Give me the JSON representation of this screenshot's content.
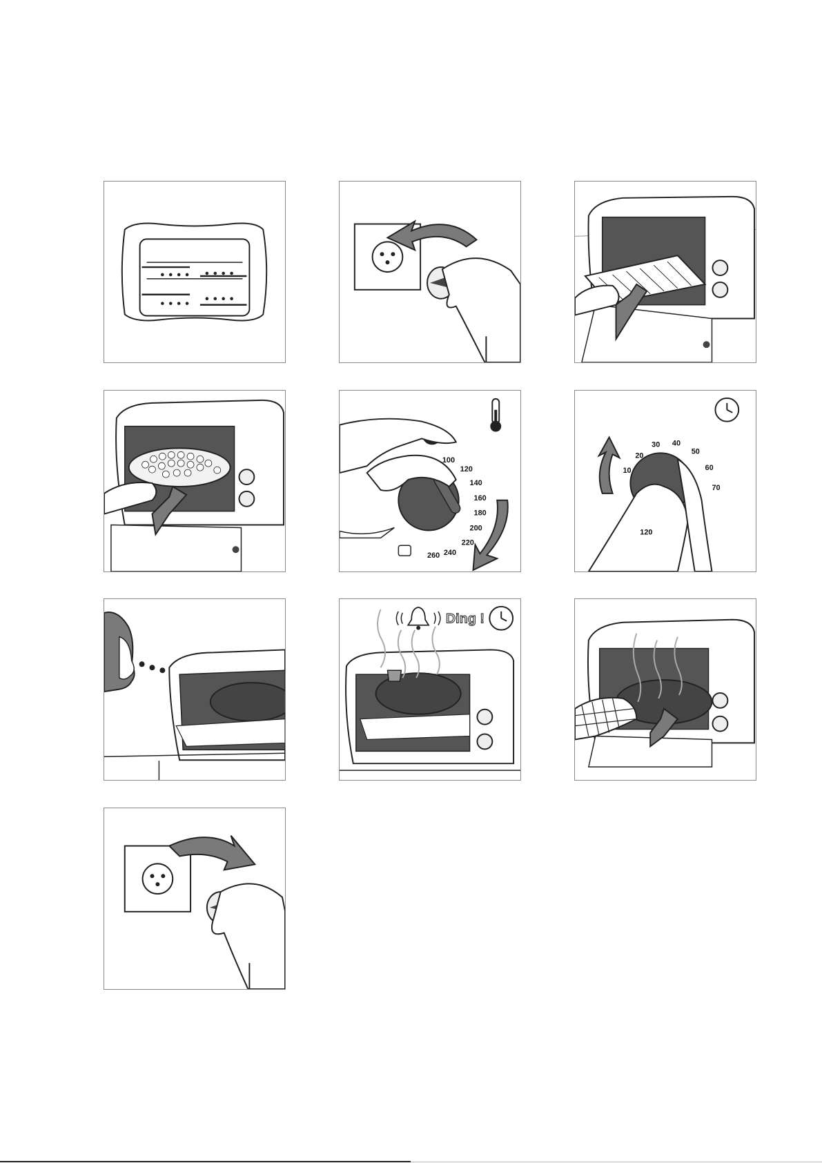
{
  "panels": [
    {
      "id": 1,
      "icon": "oven-rack-positions-icon"
    },
    {
      "id": 2,
      "icon": "plug-into-socket-icon"
    },
    {
      "id": 3,
      "icon": "insert-rack-icon"
    },
    {
      "id": 4,
      "icon": "insert-tart-icon"
    },
    {
      "id": 5,
      "icon": "temperature-dial-icon",
      "dial_labels": [
        "100",
        "120",
        "140",
        "160",
        "180",
        "200",
        "220",
        "240",
        "260"
      ]
    },
    {
      "id": 6,
      "icon": "timer-dial-icon",
      "dial_labels": [
        "10",
        "20",
        "30",
        "40",
        "50",
        "60",
        "70",
        "120"
      ]
    },
    {
      "id": 7,
      "icon": "watch-through-door-icon"
    },
    {
      "id": 8,
      "icon": "ding-timer-done-icon",
      "ding_text": "Ding !"
    },
    {
      "id": 9,
      "icon": "remove-with-mitt-icon"
    },
    {
      "id": 10,
      "icon": "unplug-from-socket-icon"
    }
  ],
  "colors": {
    "border": "#8a8a8a",
    "arrow": "#7a7a7a",
    "dark": "#3a3a3a",
    "line": "#222222"
  }
}
